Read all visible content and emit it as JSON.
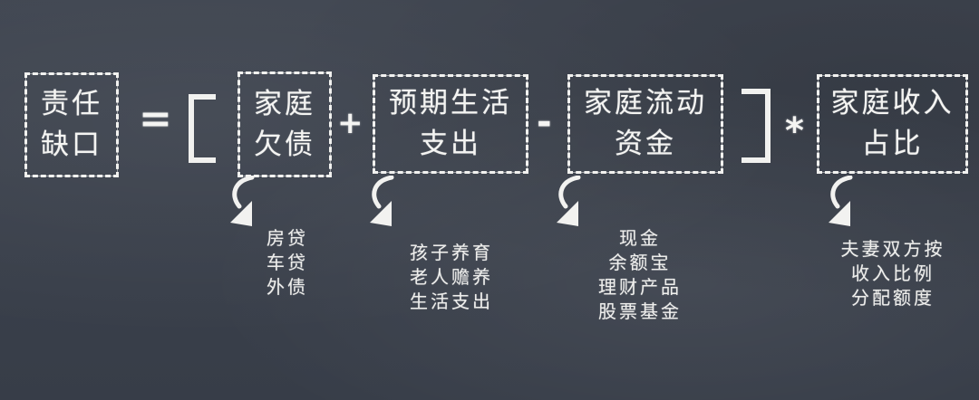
{
  "formula": {
    "result": {
      "line1": "责任",
      "line2": "缺口"
    },
    "operators": {
      "equals": "=",
      "plus": "+",
      "minus": "-",
      "multiply": "*"
    },
    "terms": [
      {
        "line1": "家庭",
        "line2": "欠债"
      },
      {
        "line1": "预期生活",
        "line2": "支出"
      },
      {
        "line1": "家庭流动",
        "line2": "资金"
      },
      {
        "line1": "家庭收入",
        "line2": "占比"
      }
    ]
  },
  "notes": [
    {
      "items": [
        "房贷",
        "车贷",
        "外债"
      ]
    },
    {
      "items": [
        "孩子养育",
        "老人赡养",
        "生活支出"
      ]
    },
    {
      "items": [
        "现金",
        "余额宝",
        "理财产品",
        "股票基金"
      ]
    },
    {
      "items": [
        "夫妻双方按",
        "收入比例",
        "分配额度"
      ]
    }
  ],
  "colors": {
    "board": "#3d434d",
    "chalk": "#f2f2f0"
  }
}
